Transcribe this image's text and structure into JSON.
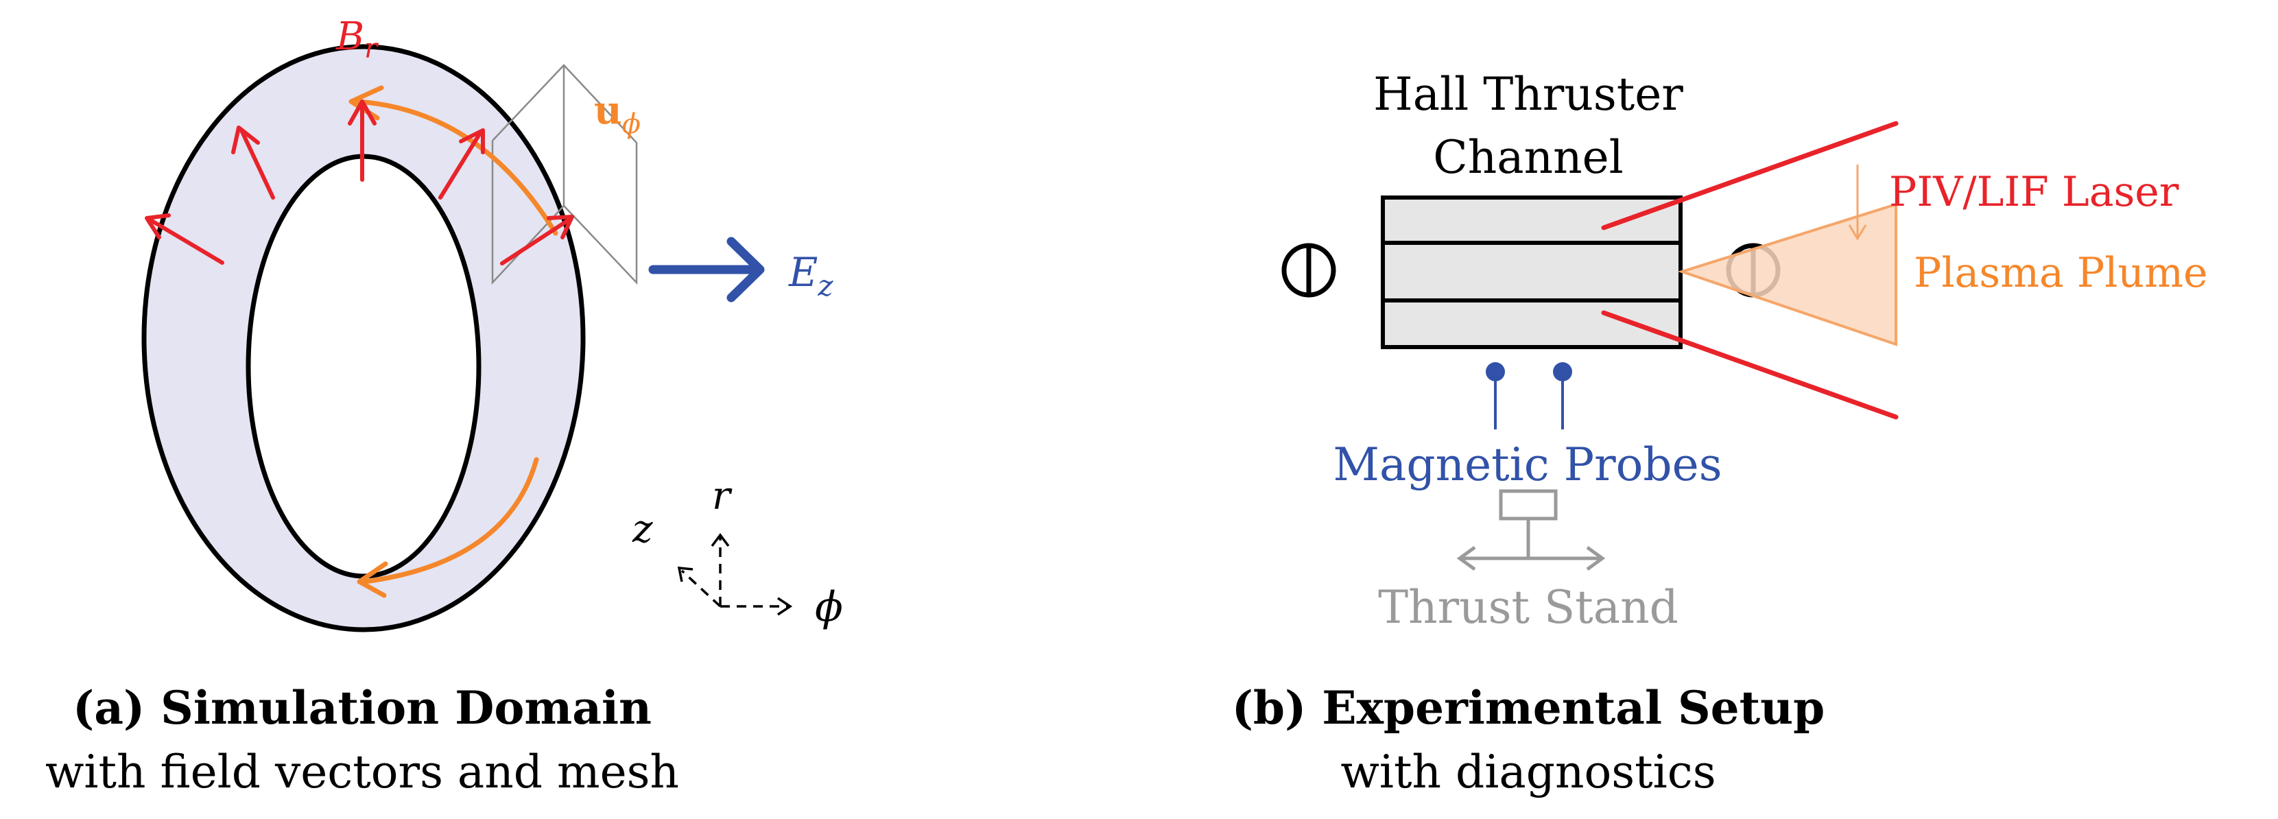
{
  "panel_a": {
    "caption_title": "(a) Simulation Domain",
    "caption_sub": "with field vectors and mesh",
    "labels": {
      "br_main": "B",
      "br_sub": "r",
      "u_main": "u",
      "u_sub": "ϕ",
      "ez_main": "E",
      "ez_sub": "z",
      "axis_r": "r",
      "axis_z": "z",
      "axis_phi": "ϕ"
    }
  },
  "panel_b": {
    "caption_title": "(b) Experimental Setup",
    "caption_sub": "with diagnostics",
    "labels": {
      "channel_line1": "Hall Thruster",
      "channel_line2": "Channel",
      "laser": "PIV/LIF Laser",
      "plume": "Plasma Plume",
      "probes": "Magnetic Probes",
      "stand": "Thrust Stand"
    }
  },
  "colors": {
    "red": "#e8232a",
    "orange": "#f5872b",
    "blue": "#3152a8",
    "torus_fill": "#e4e4f2",
    "channel_fill": "#e6e6e6",
    "gray": "#9a9a9a",
    "plume_fill": "#fbd8be"
  }
}
